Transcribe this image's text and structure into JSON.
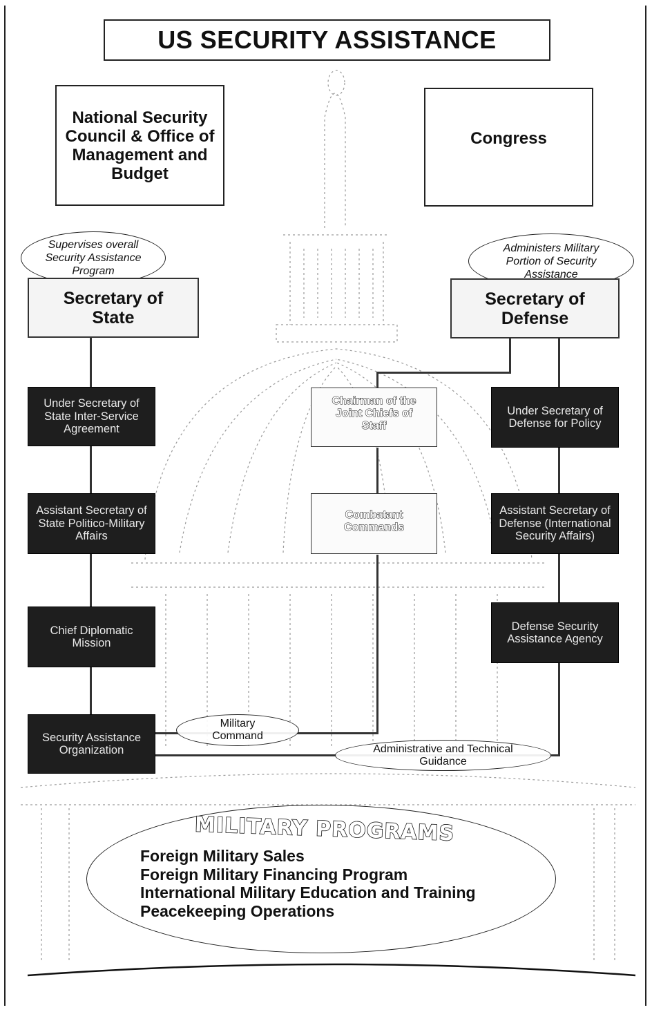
{
  "title": "US SECURITY ASSISTANCE",
  "top_boxes": {
    "nsc": "National Security Council & Office of Management and Budget",
    "congress": "Congress"
  },
  "state": {
    "note": "Supervises overall Security Assistance Program",
    "secretary": "Secretary of State",
    "chain": [
      "Under Secretary of State Inter-Service Agreement",
      "Assistant Secretary of State Politico-Military Affairs",
      "Chief Diplomatic Mission",
      "Security Assistance Organization"
    ]
  },
  "defense": {
    "note": "Administers Military Portion of Security Assistance",
    "secretary": "Secretary of Defense",
    "chain": [
      "Under Secretary of Defense for Policy",
      "Assistant Secretary of Defense (International Security Affairs)",
      "Defense Security Assistance Agency"
    ]
  },
  "joint": {
    "chairman": "Chairman of the Joint Chiefs of Staff",
    "combatant": "Combatant Commands"
  },
  "links": {
    "military_command": "Military Command",
    "admin_guidance": "Administrative and Technical Guidance"
  },
  "programs": {
    "title": "MILITARY PROGRAMS",
    "items": [
      "Foreign Military Sales",
      "Foreign Military Financing Program",
      "International Military Education and Training",
      "Peacekeeping Operations"
    ]
  }
}
